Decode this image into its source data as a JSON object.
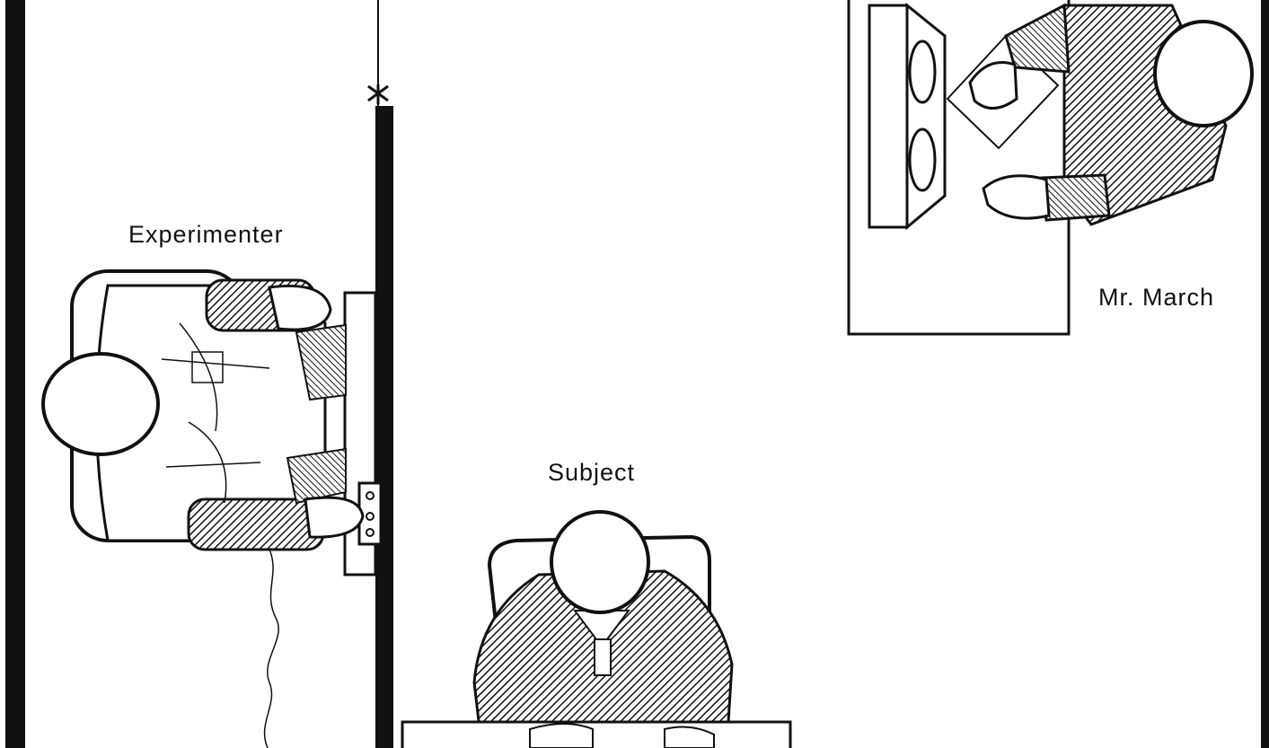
{
  "labels": {
    "experimenter": "Experimenter",
    "subject": "Subject",
    "mr_march": "Mr. March"
  }
}
